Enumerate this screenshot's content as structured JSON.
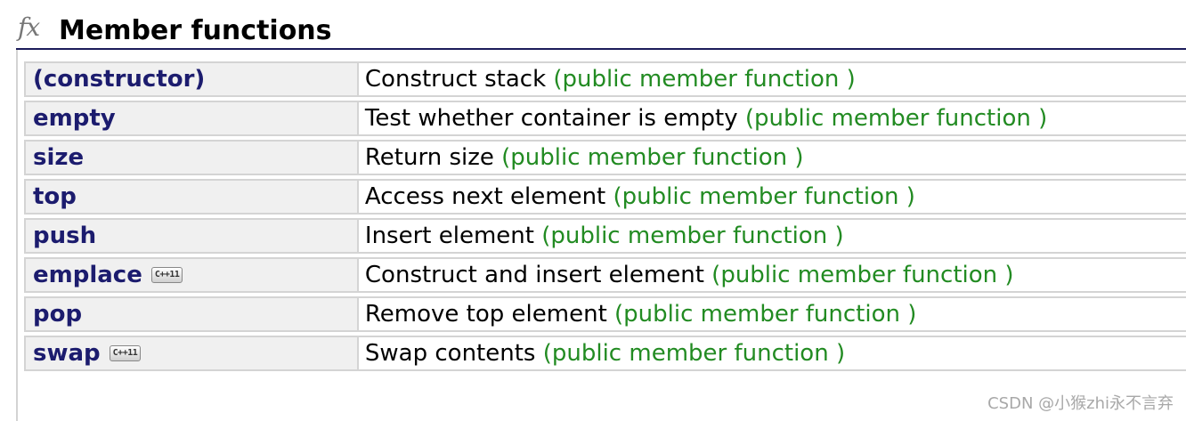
{
  "header": {
    "icon": "fx-function-icon",
    "icon_text": "fx",
    "title": "Member functions"
  },
  "members": [
    {
      "name": "(constructor)",
      "description": "Construct stack",
      "type": "(public member function )",
      "badge": null
    },
    {
      "name": "empty",
      "description": "Test whether container is empty",
      "type": "(public member function )",
      "badge": null
    },
    {
      "name": "size",
      "description": "Return size",
      "type": "(public member function )",
      "badge": null
    },
    {
      "name": "top",
      "description": "Access next element",
      "type": "(public member function )",
      "badge": null
    },
    {
      "name": "push",
      "description": "Insert element",
      "type": "(public member function )",
      "badge": null
    },
    {
      "name": "emplace",
      "description": "Construct and insert element",
      "type": "(public member function )",
      "badge": "C++11"
    },
    {
      "name": "pop",
      "description": "Remove top element",
      "type": "(public member function )",
      "badge": null
    },
    {
      "name": "swap",
      "description": "Swap contents",
      "type": "(public member function )",
      "badge": "C++11"
    }
  ],
  "watermark": "CSDN @小猴zhi永不言弃",
  "colors": {
    "name_text": "#1c1c6e",
    "type_text": "#228b22",
    "name_cell_bg": "#f0f0f0",
    "border": "#d4d4d4",
    "header_rule": "#1c1c5a"
  }
}
